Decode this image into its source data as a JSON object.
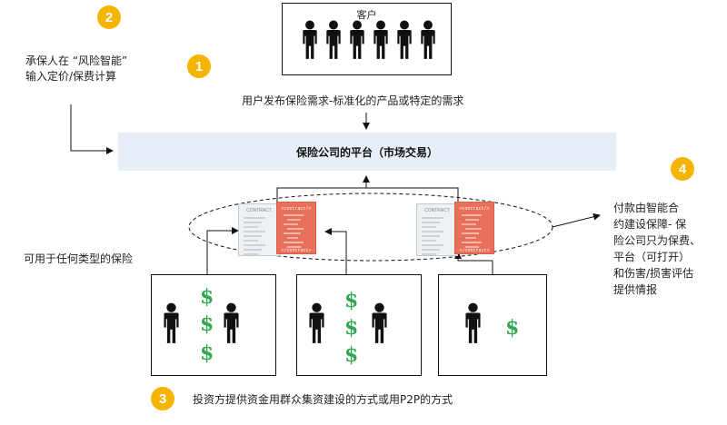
{
  "customers": {
    "title": "客户",
    "count": 6
  },
  "request_text": "用户发布保险需求-标准化的产品或特定的需求",
  "platform_label": "保险公司的平台（市场交易）",
  "underwriter_text": [
    "承保人在 “风险智能”",
    "输入定价/保费计算"
  ],
  "any_insurance_text": "可用于任何类型的保险",
  "payout_text": [
    "付款由智能合",
    "约建设保障- 保",
    "险公司只为保费、",
    "平台（可打开）",
    "和伤害/损害评估",
    "提供情报"
  ],
  "investor_text": "投资方提供资金用群众集资建设的方式或用P2P的方式",
  "badges": [
    "1",
    "2",
    "3",
    "4"
  ],
  "contract_labels": {
    "paper": "CONTRACT",
    "code_open": "<contract/>",
    "code_close": "</contract>"
  },
  "dollar_symbol": "$",
  "colors": {
    "badge": "#f5b400",
    "platform_bg": "#e8eef8",
    "dollar": "#2fa84f",
    "code_doc": "#e8705a"
  }
}
